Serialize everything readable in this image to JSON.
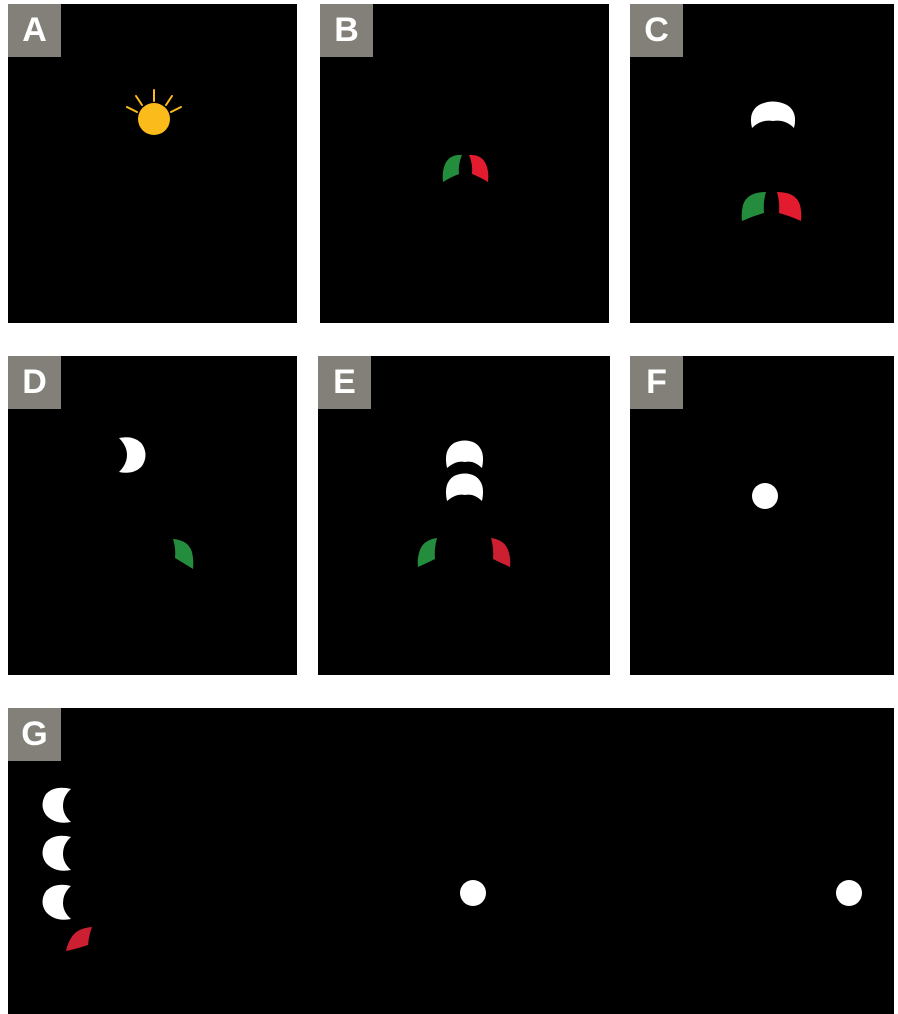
{
  "colors": {
    "panel_bg": "#000000",
    "badge_bg": "#838079",
    "badge_text": "#ffffff",
    "sun": "#fbbb1b",
    "green": "#248c3d",
    "red": "#e31b2e",
    "dark_red": "#cc1f32",
    "white": "#ffffff"
  },
  "panels": [
    {
      "label": "A",
      "contents": [
        "sun-icon"
      ]
    },
    {
      "label": "B",
      "contents": [
        "green-shape",
        "red-shape"
      ]
    },
    {
      "label": "C",
      "contents": [
        "white-shape",
        "green-shape",
        "red-shape"
      ]
    },
    {
      "label": "D",
      "contents": [
        "white-shape",
        "green-shape"
      ]
    },
    {
      "label": "E",
      "contents": [
        "white-shape",
        "white-shape",
        "green-shape",
        "red-shape"
      ]
    },
    {
      "label": "F",
      "contents": [
        "white-dot"
      ]
    },
    {
      "label": "G",
      "contents": [
        "white-shape",
        "white-shape",
        "white-shape",
        "red-shape",
        "white-dot",
        "white-dot"
      ]
    }
  ]
}
